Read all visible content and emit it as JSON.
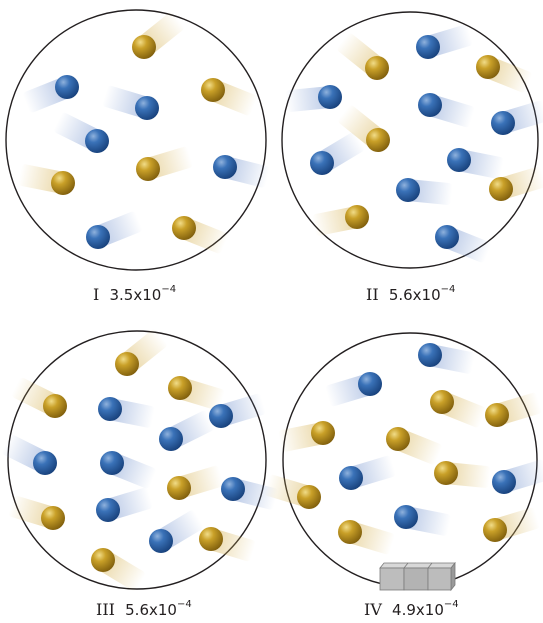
{
  "panels": [
    {
      "numeral": "I",
      "value": "3.5x10",
      "exponent": "−4",
      "blue": [
        [
          67,
          87,
          -1,
          0.4
        ],
        [
          147,
          108,
          -1,
          -0.3
        ],
        [
          97,
          141,
          -1,
          -0.5
        ],
        [
          225,
          167,
          1,
          0.25
        ],
        [
          98,
          237,
          1,
          -0.4
        ]
      ],
      "gold": [
        [
          144,
          47,
          1,
          -0.8
        ],
        [
          213,
          90,
          1,
          0.4
        ],
        [
          148,
          169,
          1,
          -0.3
        ],
        [
          63,
          183,
          -1,
          -0.2
        ],
        [
          184,
          228,
          1,
          0.4
        ]
      ],
      "cube": false
    },
    {
      "numeral": "II",
      "value": "5.6x10",
      "exponent": "−4",
      "blue": [
        [
          428,
          47,
          1,
          -0.3
        ],
        [
          330,
          97,
          -1,
          0.1
        ],
        [
          430,
          105,
          1,
          0.3
        ],
        [
          503,
          123,
          1,
          -0.3
        ],
        [
          322,
          163,
          1,
          -0.6
        ],
        [
          459,
          160,
          1,
          0.2
        ],
        [
          408,
          190,
          1,
          0.1
        ],
        [
          447,
          237,
          1,
          0.4
        ]
      ],
      "gold": [
        [
          377,
          68,
          -1,
          -0.8
        ],
        [
          488,
          67,
          1,
          0.4
        ],
        [
          378,
          140,
          -1,
          -0.8
        ],
        [
          501,
          189,
          1,
          -0.3
        ],
        [
          357,
          217,
          -1,
          0.2
        ]
      ],
      "cube": false
    },
    {
      "numeral": "III",
      "value": "5.6x10",
      "exponent": "−4",
      "blue": [
        [
          110,
          409,
          1,
          0.2
        ],
        [
          221,
          416,
          1,
          -0.3
        ],
        [
          171,
          439,
          1,
          -0.5
        ],
        [
          45,
          463,
          -1,
          -0.5
        ],
        [
          112,
          463,
          1,
          0.4
        ],
        [
          233,
          489,
          1,
          0.25
        ],
        [
          108,
          510,
          1,
          -0.3
        ],
        [
          161,
          541,
          1,
          -0.6
        ]
      ],
      "gold": [
        [
          127,
          364,
          1,
          -0.8
        ],
        [
          180,
          388,
          1,
          0.3
        ],
        [
          55,
          406,
          -1,
          -0.5
        ],
        [
          179,
          488,
          1,
          -0.3
        ],
        [
          53,
          518,
          -1,
          -0.3
        ],
        [
          211,
          539,
          1,
          0.3
        ],
        [
          103,
          560,
          1,
          0.6
        ]
      ],
      "cube": false
    },
    {
      "numeral": "IV",
      "value": "4.9x10",
      "exponent": "−4",
      "blue": [
        [
          430,
          355,
          1,
          0.2
        ],
        [
          370,
          384,
          -1,
          0.3
        ],
        [
          351,
          478,
          1,
          -0.3
        ],
        [
          504,
          482,
          1,
          -0.3
        ],
        [
          406,
          517,
          1,
          0.2
        ]
      ],
      "gold": [
        [
          442,
          402,
          1,
          0.4
        ],
        [
          497,
          415,
          1,
          -0.3
        ],
        [
          323,
          433,
          -1,
          0.2
        ],
        [
          398,
          439,
          1,
          0.4
        ],
        [
          446,
          473,
          1,
          0.1
        ],
        [
          309,
          497,
          -1,
          -0.3
        ],
        [
          350,
          532,
          1,
          0.3
        ],
        [
          495,
          530,
          1,
          -0.3
        ]
      ],
      "cube": true
    }
  ]
}
